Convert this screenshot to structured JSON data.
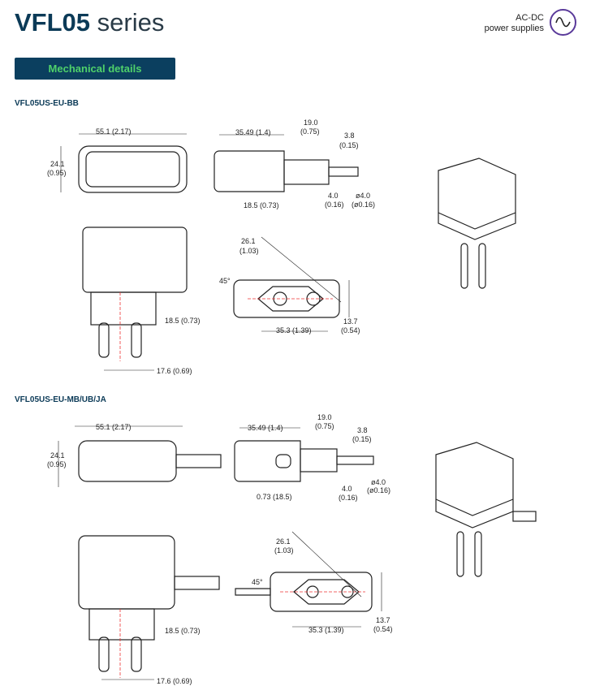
{
  "header": {
    "title_bold": "VFL05",
    "title_rest": "series",
    "category_line1": "AC-DC",
    "category_line2": "power supplies",
    "logo_icon": "sine-wave-icon"
  },
  "section_banner": "Mechanical details",
  "colors": {
    "brand": "#0b3f5f",
    "banner_text": "#4fd16a",
    "logo": "#5a3a9a"
  },
  "models": [
    {
      "name": "VFL05US-EU-BB",
      "dims": {
        "width": "55.1 (2.17)",
        "height_a": "24.1",
        "height_b": "(0.95)",
        "side_len": "35.49 (1.4)",
        "pin_len_a": "19.0",
        "pin_len_b": "(0.75)",
        "tip_a": "3.8",
        "tip_b": "(0.15)",
        "pin_seg_a": "4.0",
        "pin_seg_b": "(0.16)",
        "pin_dia_a": "ø4.0",
        "pin_dia_b": "(ø0.16)",
        "neck": "18.5 (0.73)",
        "diag_a": "26.1",
        "diag_b": "(1.03)",
        "angle": "45°",
        "face_h_a": "13.7",
        "face_h_b": "(0.54)",
        "face_w": "35.3 (1.39)",
        "front_neck": "18.5 (0.73)",
        "pin_pitch": "17.6 (0.69)"
      }
    },
    {
      "name": "VFL05US-EU-MB/UB/JA",
      "dims": {
        "width": "55.1 (2.17)",
        "height_a": "24.1",
        "height_b": "(0.95)",
        "side_len": "35.49 (1.4)",
        "pin_len_a": "19.0",
        "pin_len_b": "(0.75)",
        "tip_a": "3.8",
        "tip_b": "(0.15)",
        "pin_seg_a": "4.0",
        "pin_seg_b": "(0.16)",
        "pin_dia_a": "ø4.0",
        "pin_dia_b": "(ø0.16)",
        "neck": "0.73 (18.5)",
        "diag_a": "26.1",
        "diag_b": "(1.03)",
        "angle": "45°",
        "face_h_a": "13.7",
        "face_h_b": "(0.54)",
        "face_w": "35.3 (1.39)",
        "front_neck": "18.5 (0.73)",
        "pin_pitch": "17.6 (0.69)"
      }
    }
  ]
}
